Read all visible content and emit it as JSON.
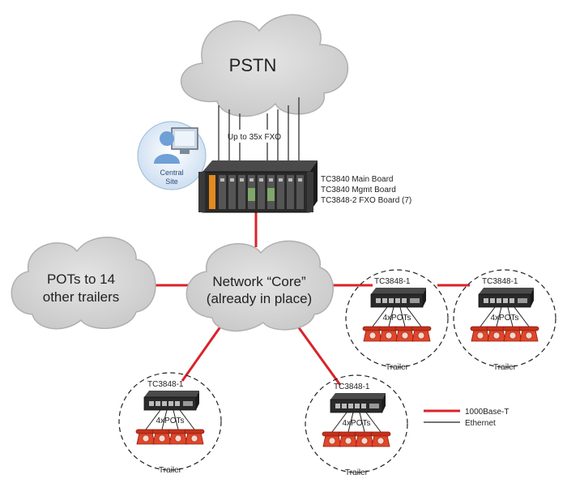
{
  "clouds": {
    "pstn": "PSTN",
    "pots_line1": "POTs to 14",
    "pots_line2": "other trailers",
    "core_line1": "Network “Core”",
    "core_line2": "(already in place)"
  },
  "central_site": {
    "line1": "Central",
    "line2": "Site"
  },
  "fxo_label": "Up to 35x FXO",
  "chassis_boards": [
    "TC3840 Main Board",
    "TC3840 Mgmt Board",
    "TC3848-2 FXO Board (7)"
  ],
  "trailers": [
    {
      "device": "TC3848-1",
      "phones": "4xPOTs",
      "label": "Trailer"
    },
    {
      "device": "TC3848-1",
      "phones": "4xPOTs",
      "label": "Trailer"
    },
    {
      "device": "TC3848-1",
      "phones": "4xPOTs",
      "label": "Trailer"
    },
    {
      "device": "TC3848-1",
      "phones": "4xPOTs",
      "label": "Trailer"
    }
  ],
  "legend": [
    {
      "label": "1000Base-T",
      "color": "#d9232a"
    },
    {
      "label": "Ethernet",
      "color": "#222222"
    }
  ],
  "colors": {
    "link_red": "#d9232a",
    "cloud_fill": "#d9d9d9",
    "phone_red": "#e2462a",
    "chassis": "#2a2a2a"
  }
}
